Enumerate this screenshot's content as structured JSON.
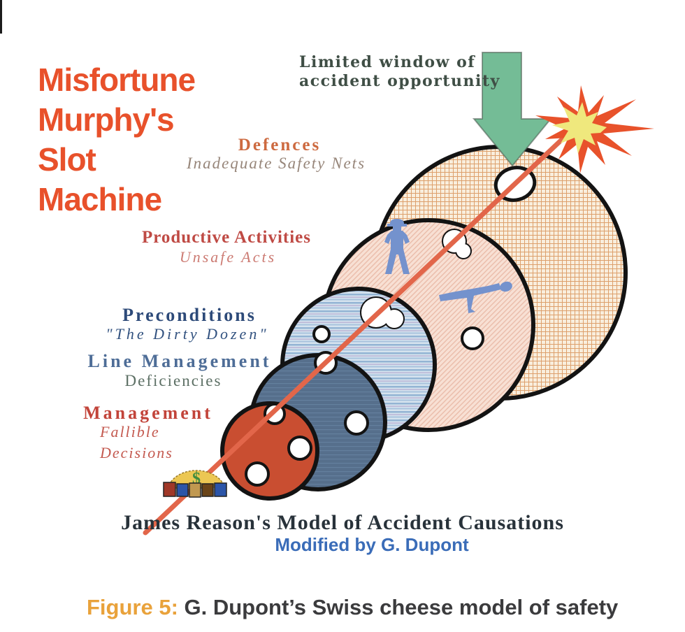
{
  "scan": {
    "title_lines": [
      "Misfortune",
      "Murphy's",
      "Slot",
      "Machine"
    ],
    "annotation_lines": [
      "Limited window of",
      "accident opportunity"
    ],
    "layers": [
      {
        "id": "defences",
        "label": "Defences",
        "sublabel": "Inadequate Safety Nets"
      },
      {
        "id": "productive-activities",
        "label": "Productive Activities",
        "sublabel": "Unsafe Acts"
      },
      {
        "id": "preconditions",
        "label": "Preconditions",
        "sublabel": "\"The Dirty Dozen\""
      },
      {
        "id": "line-management",
        "label": "Line Management",
        "sublabel": "Deficiencies"
      },
      {
        "id": "management",
        "label": "Management",
        "sublabel": "Fallible Decisions"
      }
    ],
    "logo_symbol": "$",
    "footer_title": "James Reason's Model of Accident Causations",
    "footer_credit": "Modified by G. Dupont"
  },
  "caption": {
    "label": "Figure 5:",
    "text": " G. Dupont’s Swiss cheese model of safety"
  },
  "colors": {
    "title_orange": "#e8512b",
    "arrow_green": "#74bc96",
    "trajectory_red": "#e2664a",
    "explosion_red": "#e8522b",
    "explosion_yellow": "#efe87d",
    "slice_defences_bg": "#f9eedd",
    "slice_productive_bg": "#f8e0d4",
    "slice_preconditions_bg": "#d6e3ee",
    "slice_line_management": "#566f8c",
    "slice_management": "#c94e31",
    "worker_blue": "#7492cd",
    "credit_blue": "#3a6cb8",
    "caption_orange": "#e9a23b"
  }
}
